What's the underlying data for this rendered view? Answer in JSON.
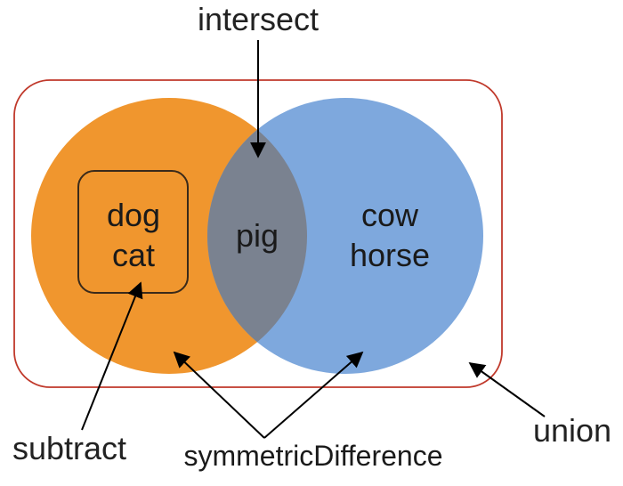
{
  "colors": {
    "set_a": "#F0962E",
    "set_b": "#7EA8DD",
    "intersection": "#7A8290",
    "universe_border": "#C0392B",
    "arrow": "#000000"
  },
  "labels": {
    "intersect": "intersect",
    "subtract": "subtract",
    "symmetric_difference": "symmetricDifference",
    "union": "union"
  },
  "set_a_only_items": [
    "dog",
    "cat"
  ],
  "intersection_items": [
    "pig"
  ],
  "set_b_only_items": [
    "cow",
    "horse"
  ]
}
